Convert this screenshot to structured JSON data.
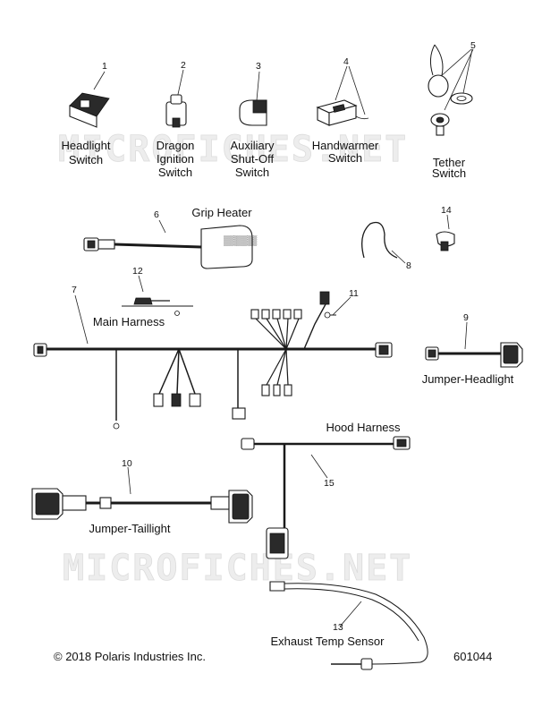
{
  "watermark": "MICROFICHES.NET",
  "parts": [
    {
      "number": "1",
      "label": [
        "Headlight",
        "Switch"
      ]
    },
    {
      "number": "2",
      "label": [
        "Dragon",
        "Ignition",
        "Switch"
      ]
    },
    {
      "number": "3",
      "label": [
        "Auxiliary",
        "Shut-Off",
        "Switch"
      ]
    },
    {
      "number": "4",
      "label": [
        "Handwarmer",
        "Switch"
      ]
    },
    {
      "number": "5",
      "label": [
        "Tether",
        "Switch"
      ]
    },
    {
      "number": "6",
      "label": [
        "Grip Heater"
      ]
    },
    {
      "number": "7",
      "label": [
        "Main Harness"
      ]
    },
    {
      "number": "8",
      "label": []
    },
    {
      "number": "9",
      "label": [
        "Jumper-Headlight"
      ]
    },
    {
      "number": "10",
      "label": [
        "Jumper-Taillight"
      ]
    },
    {
      "number": "11",
      "label": []
    },
    {
      "number": "12",
      "label": []
    },
    {
      "number": "13",
      "label": [
        "Exhaust Temp Sensor"
      ]
    },
    {
      "number": "14",
      "label": []
    },
    {
      "number": "15",
      "label": [
        "Hood Harness"
      ]
    }
  ],
  "footer": {
    "copyright": "© 2018 Polaris Industries Inc.",
    "diagram_id": "601044"
  }
}
